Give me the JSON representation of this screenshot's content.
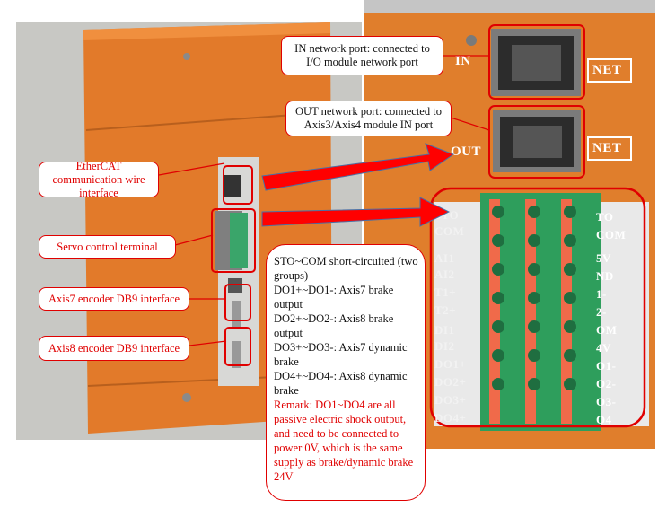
{
  "callouts": {
    "in_port": "IN network port: connected to I/O module network port",
    "out_port": "OUT network port: connected to Axis3/Axis4 module IN port",
    "ethercat": "EtherCAT communication wire interface",
    "servo": "Servo control terminal",
    "axis7": "Axis7 encoder DB9 interface",
    "axis8": "Axis8 encoder DB9 interface"
  },
  "note": {
    "lines": [
      "STO~COM short-circuited (two groups)",
      "DO1+~DO1-: Axis7 brake output",
      "DO2+~DO2-: Axis8 brake output",
      "DO3+~DO3-: Axis7 dynamic brake",
      "DO4+~DO4-: Axis8 dynamic brake"
    ],
    "remark": "Remark: DO1~DO4 are all passive electric shock output, and need to be connected to power 0V, which is the same supply as brake/dynamic brake 24V"
  },
  "device_labels": {
    "in": "IN",
    "out": "OUT",
    "net_top": "NET",
    "net_bottom": "NET",
    "terminal_left": [
      "STO",
      "COM",
      "AI1",
      "AI2",
      "T1+",
      "T2+",
      "DI1",
      "DI2",
      "DO1+",
      "DO2+",
      "DO3+",
      "DO4+"
    ],
    "terminal_right": [
      "TO",
      "COM",
      "5V",
      "ND",
      "1-",
      "2-",
      "OM",
      "4V",
      "O1-",
      "O2-",
      "O3-",
      "O4"
    ]
  },
  "colors": {
    "annotation_red": "#e00000",
    "housing_orange": "#e07e2c",
    "terminal_green": "#2e9e5c"
  }
}
